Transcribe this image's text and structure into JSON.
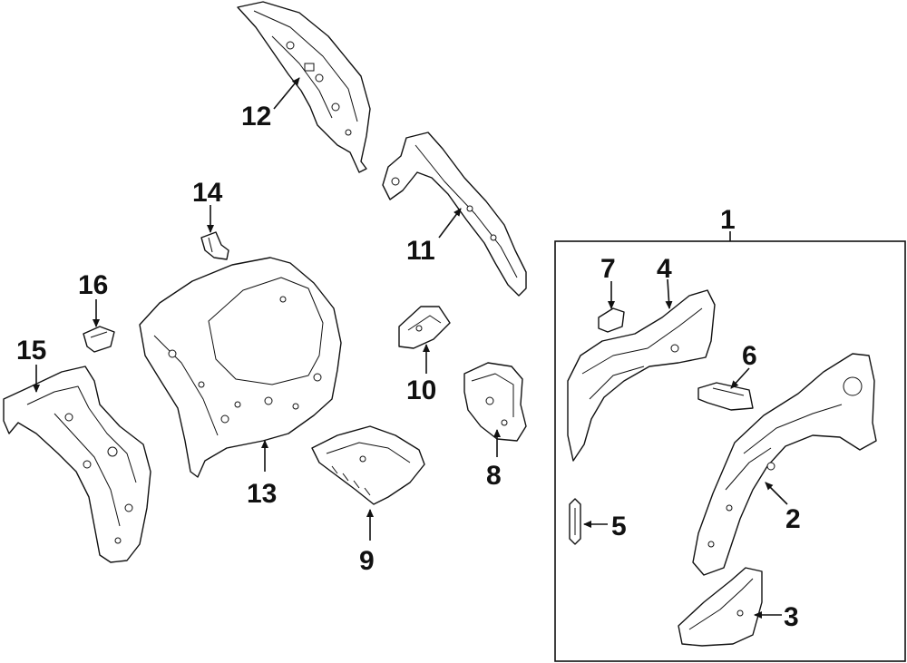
{
  "diagram": {
    "callouts": {
      "c1": "1",
      "c2": "2",
      "c3": "3",
      "c4": "4",
      "c5": "5",
      "c6": "6",
      "c7": "7",
      "c8": "8",
      "c9": "9",
      "c10": "10",
      "c11": "11",
      "c12": "12",
      "c13": "13",
      "c14": "14",
      "c15": "15",
      "c16": "16"
    },
    "line_color": "#111111",
    "background": "#ffffff"
  }
}
